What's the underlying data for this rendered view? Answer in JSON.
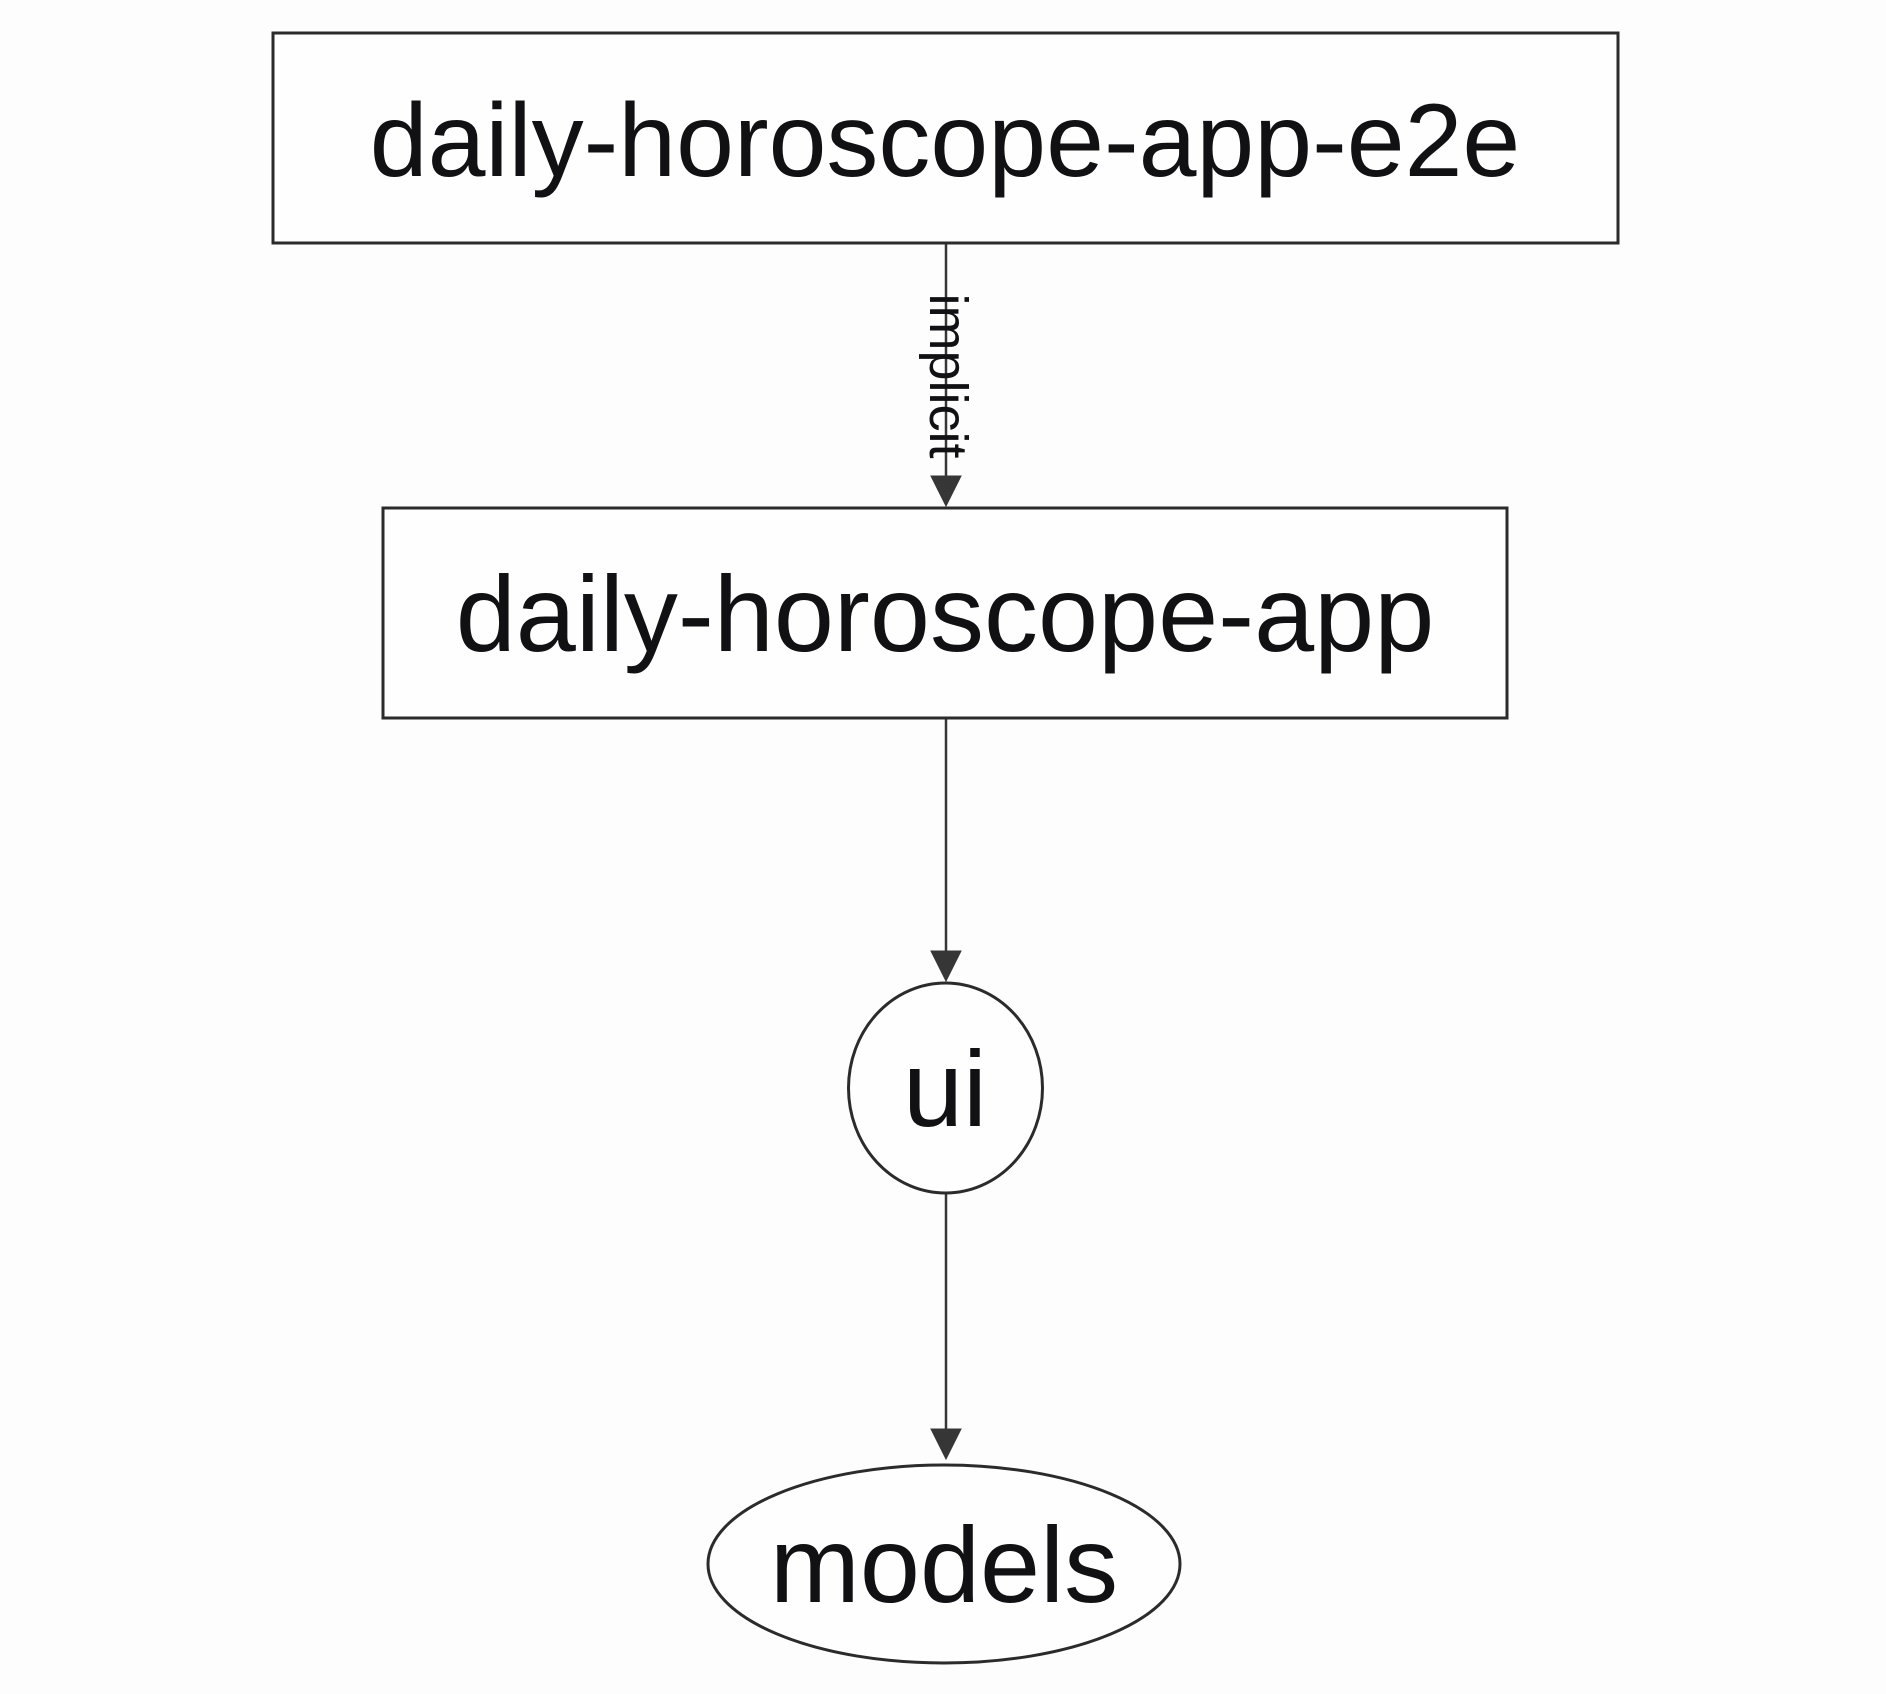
{
  "diagram": {
    "type": "dependency-graph",
    "colors": {
      "background": "#fdfdfd",
      "node_fill": "#fefefe",
      "node_stroke": "#2b2b2b",
      "edge_stroke": "#363636",
      "text": "#111113"
    },
    "nodes": [
      {
        "id": "daily-horoscope-app-e2e",
        "label": "daily-horoscope-app-e2e",
        "shape": "rectangle"
      },
      {
        "id": "daily-horoscope-app",
        "label": "daily-horoscope-app",
        "shape": "rectangle"
      },
      {
        "id": "ui",
        "label": "ui",
        "shape": "ellipse"
      },
      {
        "id": "models",
        "label": "models",
        "shape": "ellipse"
      }
    ],
    "edges": [
      {
        "from": "daily-horoscope-app-e2e",
        "to": "daily-horoscope-app",
        "label": "implicit",
        "style": "arrow-down"
      },
      {
        "from": "daily-horoscope-app",
        "to": "ui",
        "label": "",
        "style": "arrow-down"
      },
      {
        "from": "ui",
        "to": "models",
        "label": "",
        "style": "arrow-down"
      }
    ]
  }
}
